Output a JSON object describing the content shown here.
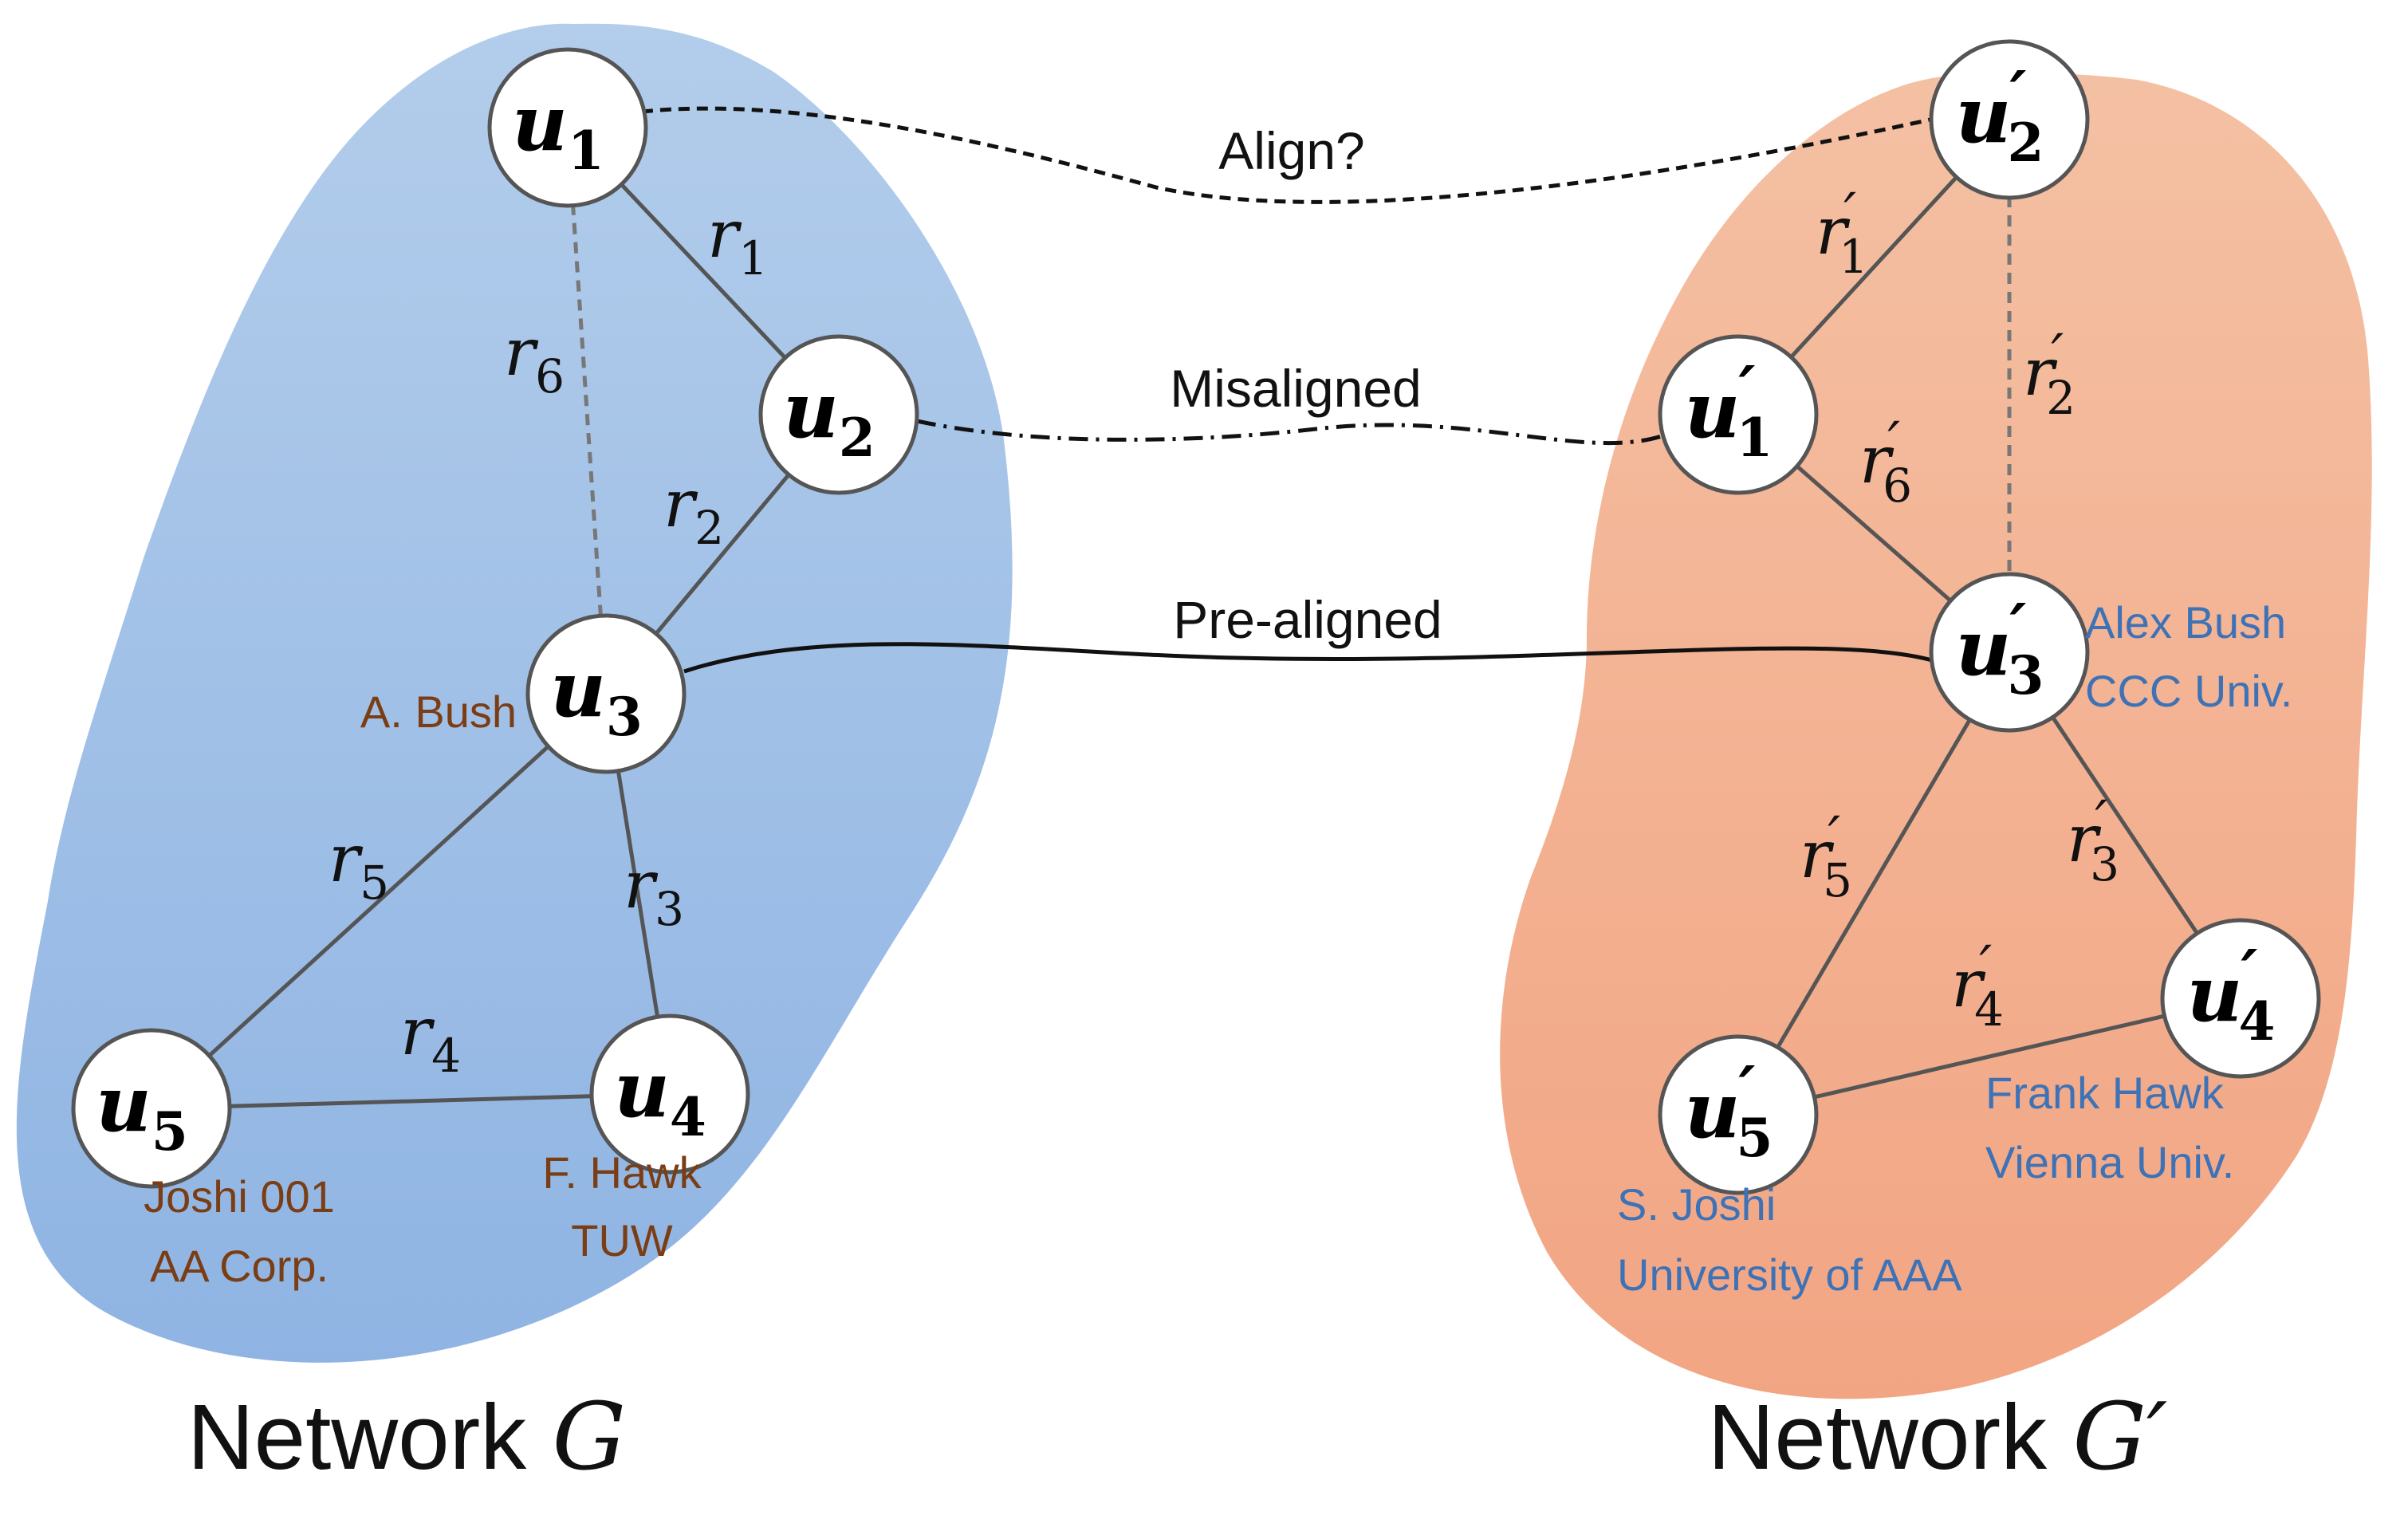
{
  "colors": {
    "network_g_top": "#b3cdeb",
    "network_g_bottom": "#8fb4e3",
    "network_gp_top": "#f4c0a3",
    "network_gp_bottom": "#f2a583",
    "node_fill": "#ffffff",
    "node_stroke": "#555555",
    "edge": "#555555",
    "attr_left": "#7a3d14",
    "attr_right": "#3e72b7",
    "text": "#111111"
  },
  "network_g": {
    "title": "Network ",
    "symbol": "G",
    "nodes": [
      {
        "id": "u1",
        "base": "u",
        "sub": "1"
      },
      {
        "id": "u2",
        "base": "u",
        "sub": "2"
      },
      {
        "id": "u3",
        "base": "u",
        "sub": "3"
      },
      {
        "id": "u4",
        "base": "u",
        "sub": "4"
      },
      {
        "id": "u5",
        "base": "u",
        "sub": "5"
      }
    ],
    "edges": [
      {
        "id": "r1",
        "base": "r",
        "sub": "1",
        "from": "u1",
        "to": "u2",
        "style": "solid"
      },
      {
        "id": "r2",
        "base": "r",
        "sub": "2",
        "from": "u2",
        "to": "u3",
        "style": "solid"
      },
      {
        "id": "r3",
        "base": "r",
        "sub": "3",
        "from": "u3",
        "to": "u4",
        "style": "solid"
      },
      {
        "id": "r4",
        "base": "r",
        "sub": "4",
        "from": "u5",
        "to": "u4",
        "style": "solid"
      },
      {
        "id": "r5",
        "base": "r",
        "sub": "5",
        "from": "u3",
        "to": "u5",
        "style": "solid"
      },
      {
        "id": "r6",
        "base": "r",
        "sub": "6",
        "from": "u1",
        "to": "u3",
        "style": "dashed"
      }
    ],
    "attributes": {
      "u3": [
        "A. Bush"
      ],
      "u4": [
        "F. Hawk",
        "TUW"
      ],
      "u5": [
        "Joshi 001",
        "AA Corp."
      ]
    }
  },
  "network_gp": {
    "title": "Network ",
    "symbol": "G′",
    "nodes": [
      {
        "id": "u1p",
        "base": "u",
        "sub": "1"
      },
      {
        "id": "u2p",
        "base": "u",
        "sub": "2"
      },
      {
        "id": "u3p",
        "base": "u",
        "sub": "3"
      },
      {
        "id": "u4p",
        "base": "u",
        "sub": "4"
      },
      {
        "id": "u5p",
        "base": "u",
        "sub": "5"
      }
    ],
    "edges": [
      {
        "id": "r1p",
        "base": "r",
        "sub": "1",
        "from": "u2p",
        "to": "u1p",
        "style": "solid"
      },
      {
        "id": "r2p",
        "base": "r",
        "sub": "2",
        "from": "u2p",
        "to": "u3p",
        "style": "dashed"
      },
      {
        "id": "r3p",
        "base": "r",
        "sub": "3",
        "from": "u3p",
        "to": "u4p",
        "style": "solid"
      },
      {
        "id": "r4p",
        "base": "r",
        "sub": "4",
        "from": "u5p",
        "to": "u4p",
        "style": "solid"
      },
      {
        "id": "r5p",
        "base": "r",
        "sub": "5",
        "from": "u3p",
        "to": "u5p",
        "style": "solid"
      },
      {
        "id": "r6p",
        "base": "r",
        "sub": "6",
        "from": "u1p",
        "to": "u3p",
        "style": "solid"
      }
    ],
    "attributes": {
      "u3p": [
        "Alex Bush",
        "CCC Univ."
      ],
      "u4p": [
        "Frank Hawk",
        "Vienna Univ."
      ],
      "u5p": [
        "S. Joshi",
        "University of AAA"
      ]
    }
  },
  "prime": "′",
  "links": [
    {
      "id": "align",
      "label": "Align?",
      "from": "u1",
      "to": "u2p",
      "style": "dashed"
    },
    {
      "id": "misaligned",
      "label": "Misaligned",
      "from": "u2",
      "to": "u1p",
      "style": "dashdot"
    },
    {
      "id": "prealigned",
      "label": "Pre-aligned",
      "from": "u3",
      "to": "u3p",
      "style": "solid"
    }
  ]
}
